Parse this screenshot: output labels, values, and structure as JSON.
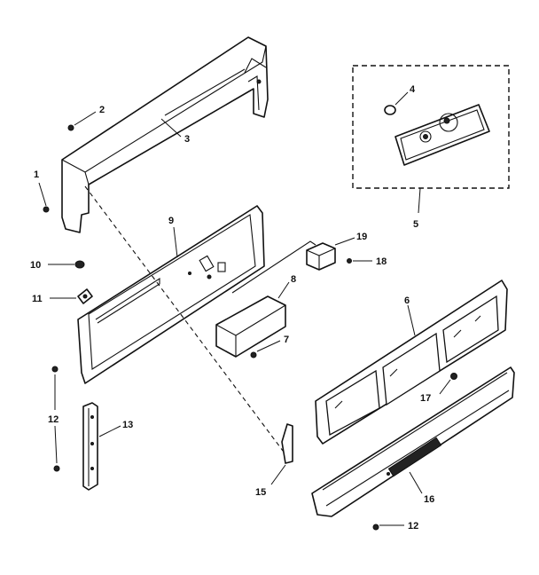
{
  "diagram": {
    "callouts": {
      "c1": "1",
      "c2": "2",
      "c3": "3",
      "c4": "4",
      "c5": "5",
      "c6": "6",
      "c7": "7",
      "c8": "8",
      "c9": "9",
      "c10": "10",
      "c11": "11",
      "c12a": "12",
      "c12b": "12",
      "c13": "13",
      "c15": "15",
      "c16": "16",
      "c17": "17",
      "c18": "18",
      "c19": "19"
    },
    "line_color": "#111111",
    "background_color": "#ffffff"
  }
}
